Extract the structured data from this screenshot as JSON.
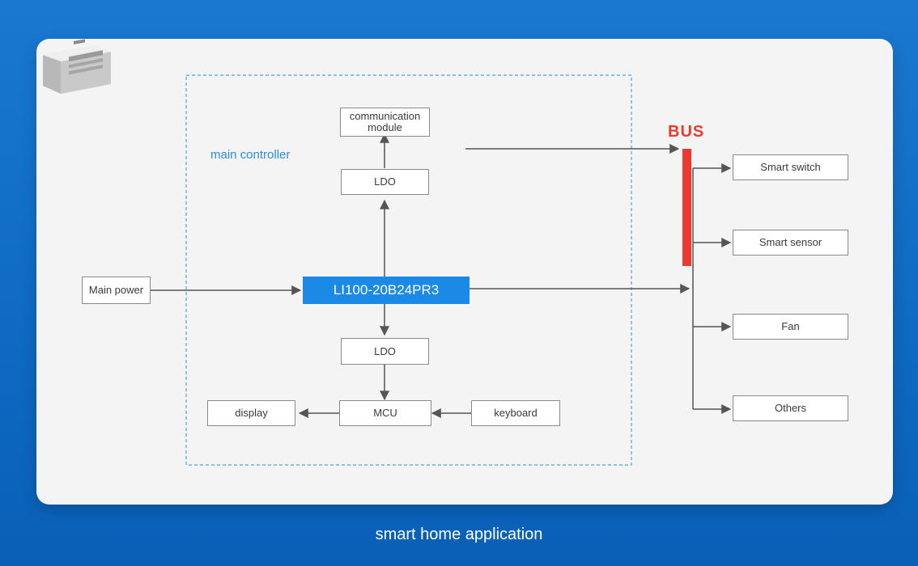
{
  "diagram": {
    "group_label": "main controller",
    "bus_label": "BUS",
    "module": "LI100-20B24PR3",
    "blocks": {
      "main_power": "Main power",
      "comm_module_line1": "communication",
      "comm_module_line2": "module",
      "ldo_top": "LDO",
      "ldo_bottom": "LDO",
      "mcu": "MCU",
      "display": "display",
      "keyboard": "keyboard"
    },
    "loads": [
      "Smart switch",
      "Smart sensor",
      "Fan",
      "Others"
    ]
  },
  "footer": "smart home application",
  "colors": {
    "background": "#1173cc",
    "accent_blue": "#1a8ae6",
    "bus_red": "#e83a2f"
  }
}
